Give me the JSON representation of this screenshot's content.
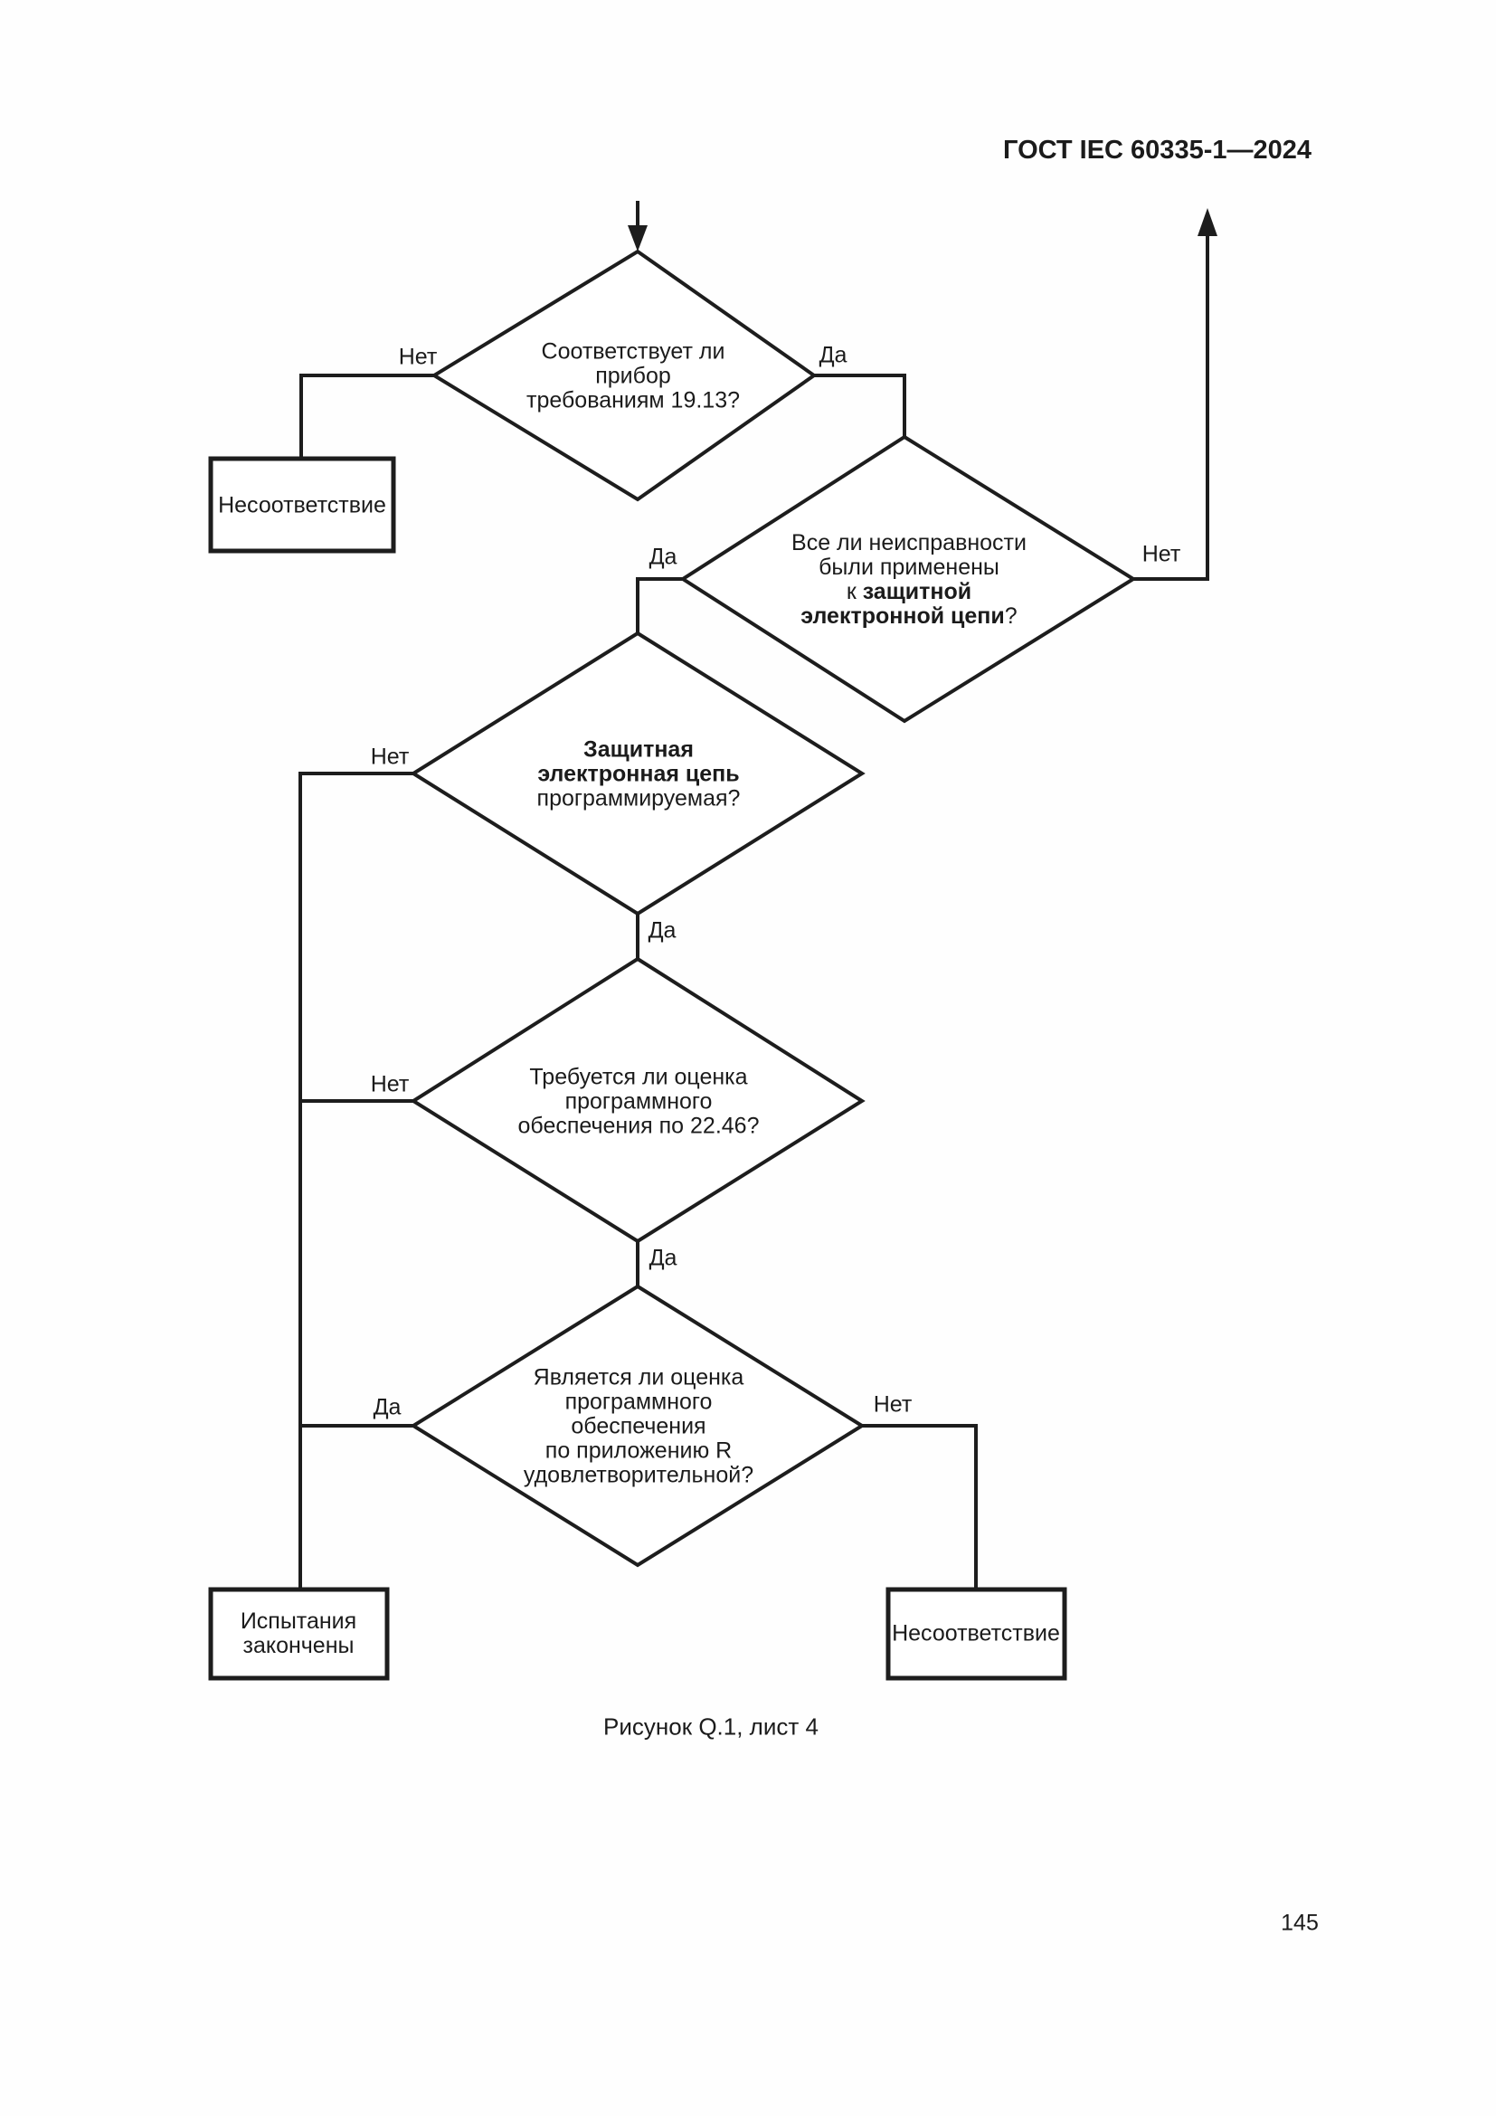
{
  "header": {
    "title": "ГОСТ IEC 60335-1—2024"
  },
  "caption": "Рисунок Q.1, лист 4",
  "footer": {
    "page_number": "145"
  },
  "flowchart": {
    "d1": {
      "line1": "Соответствует ли",
      "line2": "прибор",
      "line3": "требованиям 19.13?"
    },
    "d2": {
      "line1": "Все ли неисправности",
      "line2": "были применены",
      "line3_pre": "к ",
      "line3_bold": "защитной",
      "line4_bold": "электронной цепи",
      "line4_suf": "?"
    },
    "d3": {
      "line1_bold": "Защитная",
      "line2_bold": "электронная цепь",
      "line3": "программируемая?"
    },
    "d4": {
      "line1": "Требуется ли оценка",
      "line2": "программного",
      "line3": "обеспечения по 22.46?"
    },
    "d5": {
      "line1": "Является ли оценка",
      "line2": "программного",
      "line3": "обеспечения",
      "line4": "по приложению R",
      "line5": "удовлетворительной?"
    },
    "labels": {
      "d1_no": "Нет",
      "d1_yes": "Да",
      "d2_yes": "Да",
      "d2_no": "Нет",
      "d3_no": "Нет",
      "d3_yes": "Да",
      "d4_no": "Нет",
      "d4_yes": "Да",
      "d5_yes": "Да",
      "d5_no": "Нет"
    },
    "boxes": {
      "noncompliance_top": "Несоответствие",
      "tests_done_line1": "Испытания",
      "tests_done_line2": "закончены",
      "noncompliance_bottom": "Несоответствие"
    }
  }
}
